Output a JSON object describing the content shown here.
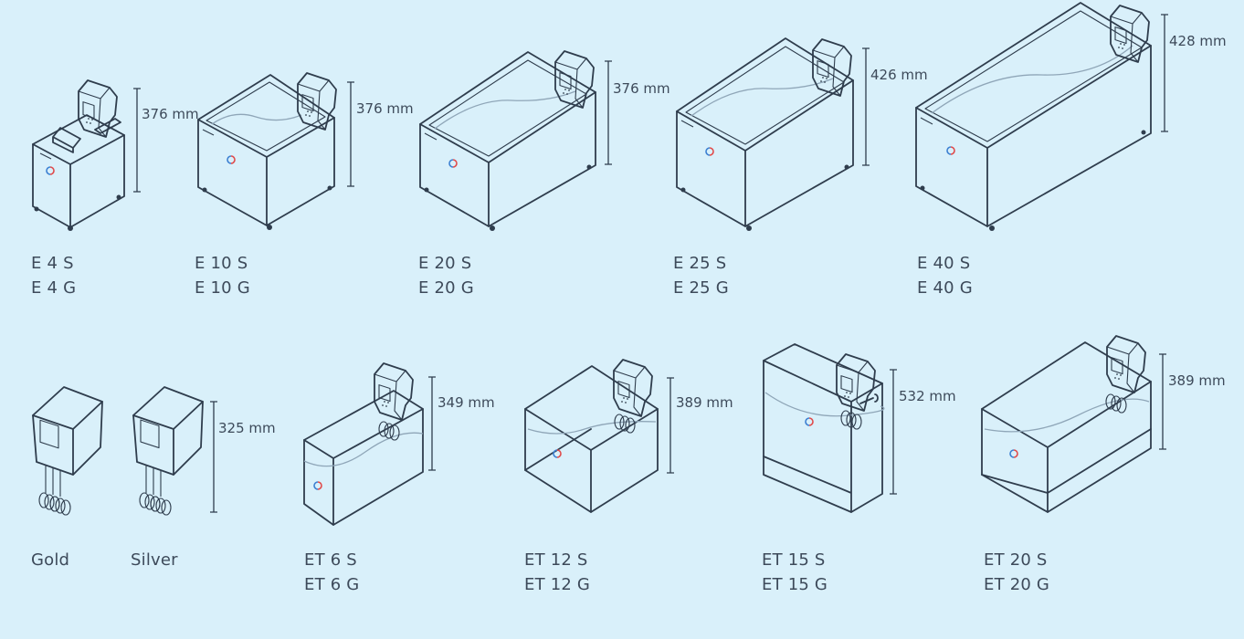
{
  "colors": {
    "background": "#d9f0fa",
    "line": "#2f3d4d",
    "indicator_red": "#e04a4a",
    "indicator_blue": "#3b7fd1"
  },
  "products": [
    {
      "id": "e4",
      "line1": "E 4 S",
      "line2": "E 4 G",
      "height": "376 mm"
    },
    {
      "id": "e10",
      "line1": "E 10 S",
      "line2": "E 10 G",
      "height": "376 mm"
    },
    {
      "id": "e20",
      "line1": "E 20 S",
      "line2": "E 20 G",
      "height": "376 mm"
    },
    {
      "id": "e25",
      "line1": "E 25 S",
      "line2": "E 25 G",
      "height": "426 mm"
    },
    {
      "id": "e40",
      "line1": "E 40 S",
      "line2": "E 40 G",
      "height": "428 mm"
    },
    {
      "id": "gold",
      "line1": "Gold",
      "line2": "",
      "height": ""
    },
    {
      "id": "silver",
      "line1": "Silver",
      "line2": "",
      "height": "325 mm"
    },
    {
      "id": "et6",
      "line1": "ET 6 S",
      "line2": "ET 6 G",
      "height": "349 mm"
    },
    {
      "id": "et12",
      "line1": "ET 12 S",
      "line2": "ET 12 G",
      "height": "389 mm"
    },
    {
      "id": "et15",
      "line1": "ET 15 S",
      "line2": "ET 15 G",
      "height": "532 mm"
    },
    {
      "id": "et20",
      "line1": "ET 20 S",
      "line2": "ET 20 G",
      "height": "389 mm"
    }
  ]
}
